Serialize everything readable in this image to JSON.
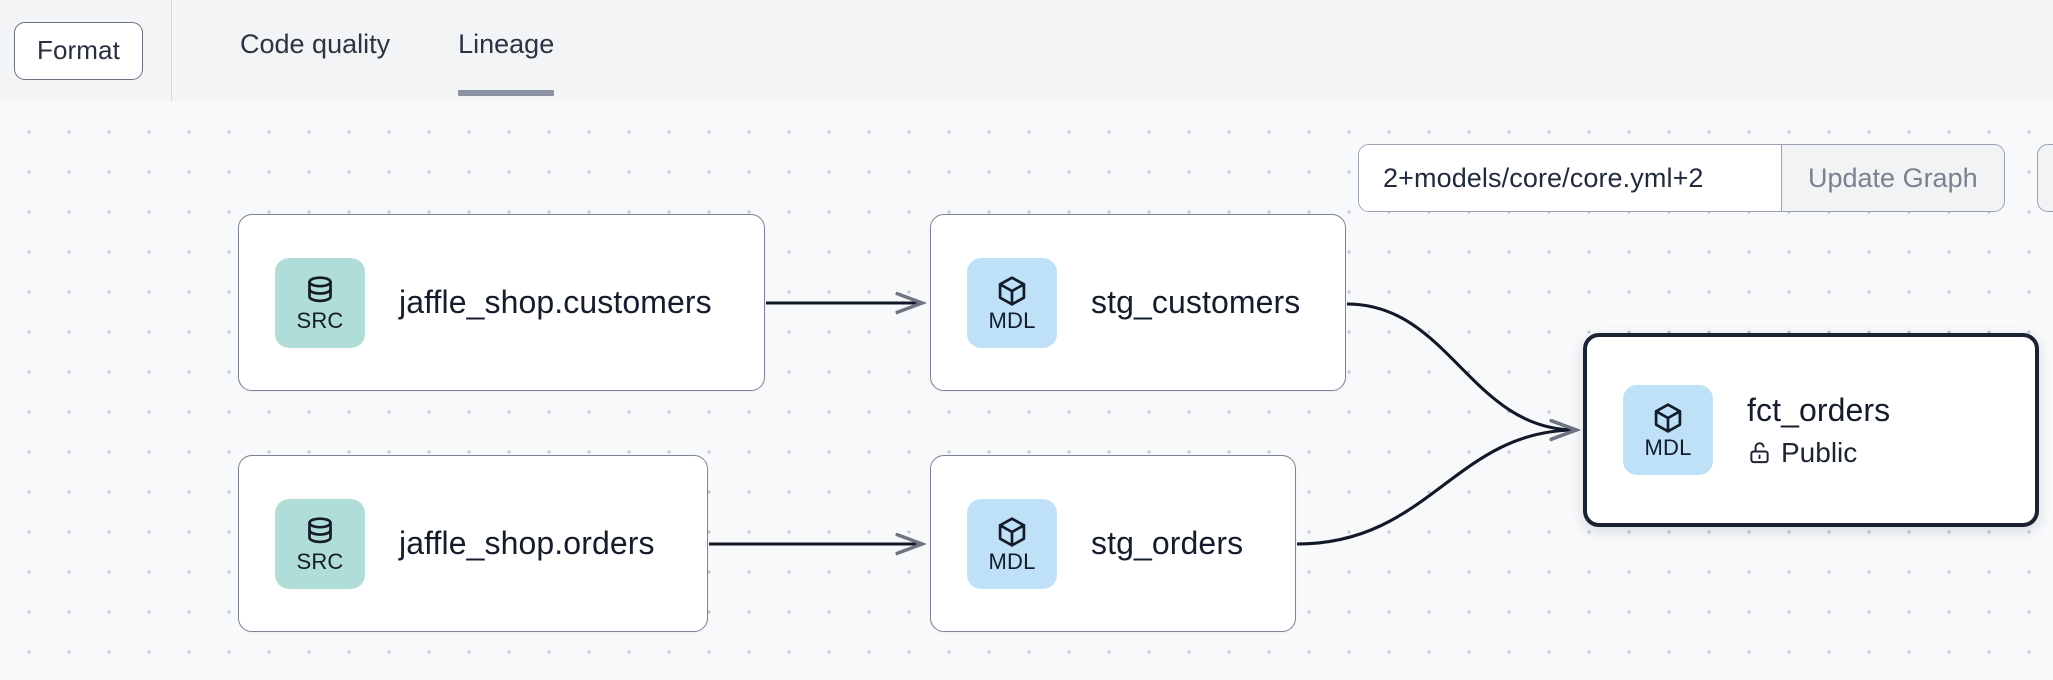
{
  "toolbar": {
    "format_button_label": "Format",
    "tabs": [
      {
        "label": "Code quality",
        "active": false
      },
      {
        "label": "Lineage",
        "active": true
      }
    ]
  },
  "graph_controls": {
    "selector_value": "2+models/core/core.yml+2",
    "selector_placeholder": "Enter a selector",
    "update_graph_label": "Update Graph"
  },
  "canvas": {
    "background_color": "#f7f9fb",
    "dot_color": "#c3c7d4"
  },
  "lineage": {
    "badge_colors": {
      "src": "#b1ddd9",
      "mdl": "#bfe1f7"
    },
    "nodes": [
      {
        "id": "src-customers",
        "badge": "SRC",
        "badge_icon": "database-icon",
        "title": "jaffle_shop.customers",
        "subtitle": null,
        "selected": false
      },
      {
        "id": "src-orders",
        "badge": "SRC",
        "badge_icon": "database-icon",
        "title": "jaffle_shop.orders",
        "subtitle": null,
        "selected": false
      },
      {
        "id": "stg-customers",
        "badge": "MDL",
        "badge_icon": "cube-icon",
        "title": "stg_customers",
        "subtitle": null,
        "selected": false
      },
      {
        "id": "stg-orders",
        "badge": "MDL",
        "badge_icon": "cube-icon",
        "title": "stg_orders",
        "subtitle": null,
        "selected": false
      },
      {
        "id": "fct-orders",
        "badge": "MDL",
        "badge_icon": "cube-icon",
        "title": "fct_orders",
        "subtitle": "Public",
        "subtitle_icon": "unlock-icon",
        "selected": true
      }
    ],
    "edges": [
      {
        "from": "src-customers",
        "to": "stg-customers"
      },
      {
        "from": "src-orders",
        "to": "stg-orders"
      },
      {
        "from": "stg-customers",
        "to": "fct-orders"
      },
      {
        "from": "stg-orders",
        "to": "fct-orders"
      }
    ]
  }
}
